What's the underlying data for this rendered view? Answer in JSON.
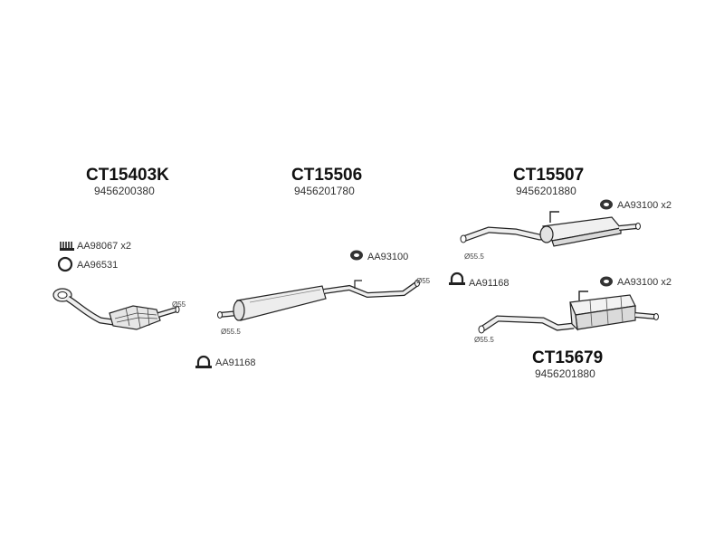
{
  "groups": [
    {
      "code": "CT15403K",
      "number": "9456200380",
      "accessories": [
        {
          "label": "AA98067 x2",
          "icon": "spring-icon"
        },
        {
          "label": "AA96531",
          "icon": "ring-gasket-icon"
        }
      ],
      "diameters": [
        "Ø55"
      ]
    },
    {
      "code": "CT15506",
      "number": "9456201780",
      "accessories": [
        {
          "label": "AA93100",
          "icon": "rubber-mount-icon"
        },
        {
          "label": "AA91168",
          "icon": "u-clamp-icon"
        }
      ],
      "diameters": [
        "Ø55.5",
        "Ø55"
      ]
    },
    {
      "code": "CT15507",
      "number": "9456201880",
      "accessories": [
        {
          "label": "AA93100 x2",
          "icon": "rubber-mount-icon"
        },
        {
          "label": "AA91168",
          "icon": "u-clamp-icon"
        }
      ],
      "diameters": [
        "Ø55.5"
      ]
    },
    {
      "code": "CT15679",
      "number": "9456201880",
      "accessories": [
        {
          "label": "AA93100 x2",
          "icon": "rubber-mount-icon"
        }
      ],
      "diameters": [
        "Ø55.5"
      ]
    }
  ]
}
